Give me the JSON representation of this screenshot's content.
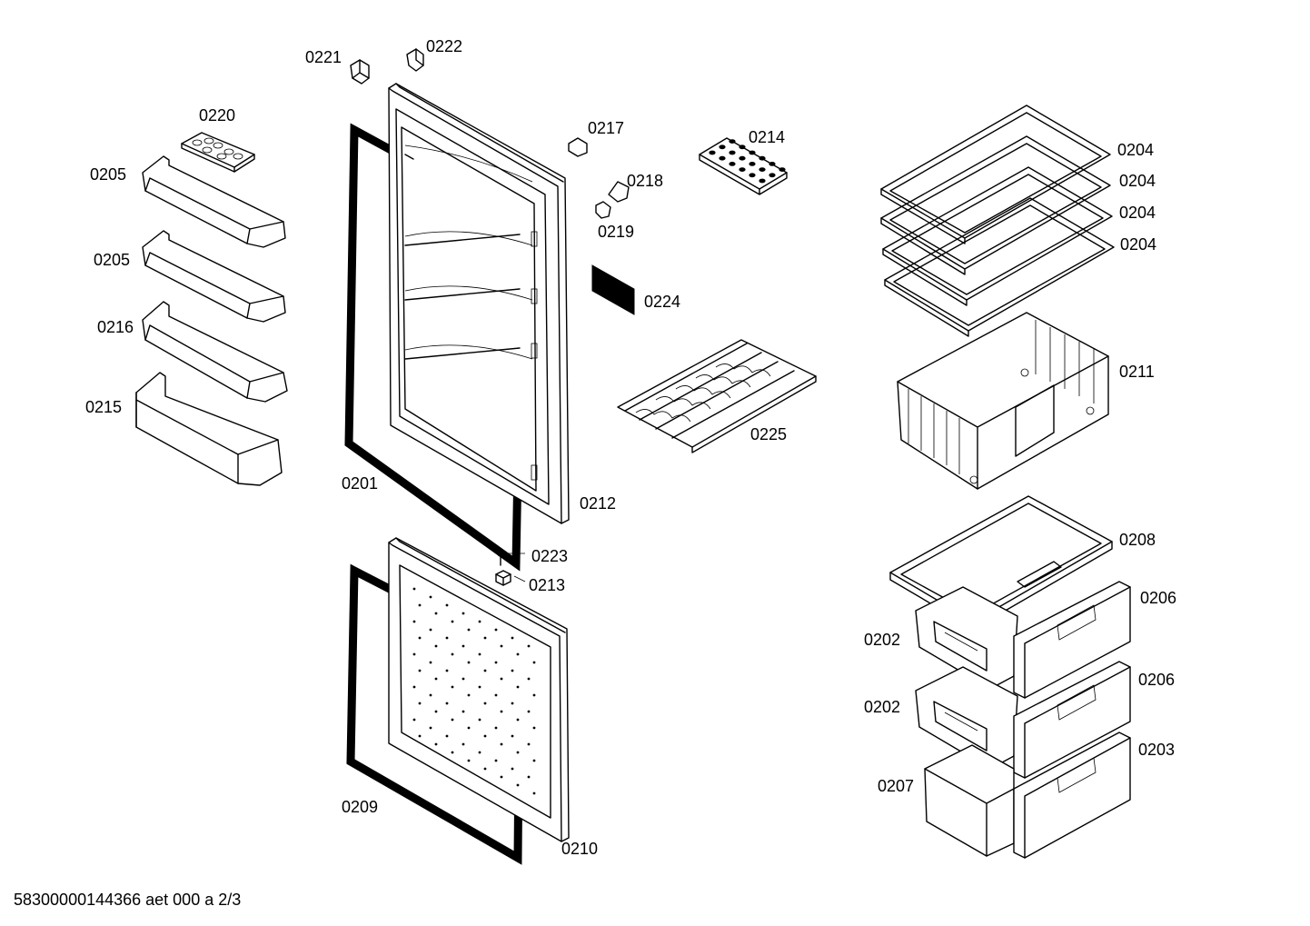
{
  "labels": {
    "p0221": "0221",
    "p0222": "0222",
    "p0220": "0220",
    "p0205a": "0205",
    "p0205b": "0205",
    "p0216": "0216",
    "p0215": "0215",
    "p0201": "0201",
    "p0212": "0212",
    "p0217": "0217",
    "p0218": "0218",
    "p0219": "0219",
    "p0224": "0224",
    "p0214": "0214",
    "p0225": "0225",
    "p0204a": "0204",
    "p0204b": "0204",
    "p0204c": "0204",
    "p0204d": "0204",
    "p0211": "0211",
    "p0223": "0223",
    "p0213": "0213",
    "p0209": "0209",
    "p0210": "0210",
    "p0208": "0208",
    "p0206a": "0206",
    "p0206b": "0206",
    "p0202a": "0202",
    "p0202b": "0202",
    "p0203": "0203",
    "p0207": "0207"
  },
  "footer": {
    "drawing_id": "58300000144366 aet 000 a 2/3"
  }
}
